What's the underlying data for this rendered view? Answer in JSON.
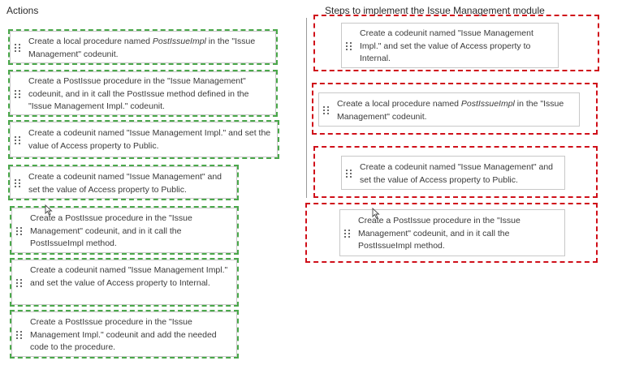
{
  "actions": {
    "heading": "Actions",
    "items": [
      {
        "pre": "Create a local procedure named ",
        "em": "PostIssueImpl",
        "post": " in the \"Issue Management\" codeunit."
      },
      {
        "pre": "Create a PostIssue procedure in the \"Issue Management\" codeunit, and in it call the PostIssue method defined in the \"Issue Management Impl.\" codeunit.",
        "em": "",
        "post": ""
      },
      {
        "pre": "Create a codeunit named \"Issue Management Impl.\" and set the value of Access property to Public.",
        "em": "",
        "post": ""
      },
      {
        "pre": "Create a codeunit named \"Issue Management\" and set the value of Access property to Public.",
        "em": "",
        "post": ""
      },
      {
        "pre": "Create a PostIssue procedure in the \"Issue Management\" codeunit, and in it call the PostIssueImpl method.",
        "em": "",
        "post": ""
      },
      {
        "pre": "Create a codeunit named \"Issue Management Impl.\" and set the value of Access property to Internal.",
        "em": "",
        "post": ""
      },
      {
        "pre": "Create a PostIssue procedure in the \"Issue Management Impl.\" codeunit and add the needed code to the procedure.",
        "em": "",
        "post": ""
      }
    ]
  },
  "steps": {
    "heading": "Steps to implement the Issue Management module",
    "items": [
      {
        "pre": "Create a codeunit named \"Issue Management Impl.\" and set the value of Access property to Internal.",
        "em": "",
        "post": ""
      },
      {
        "pre": "Create a local procedure named ",
        "em": "PostIssueImpl",
        "post": " in the \"Issue Management\" codeunit."
      },
      {
        "pre": "Create a codeunit named \"Issue Management\" and set the value of Access property to Public.",
        "em": "",
        "post": ""
      },
      {
        "pre": "Create a PostIssue procedure in the \"Issue Management\" codeunit, and in it call the PostIssueImpl method.",
        "em": "",
        "post": ""
      }
    ]
  },
  "colors": {
    "green_dash": "#4aa84a",
    "red_dash": "#d0101a",
    "card_border": "#c8c8c8"
  }
}
